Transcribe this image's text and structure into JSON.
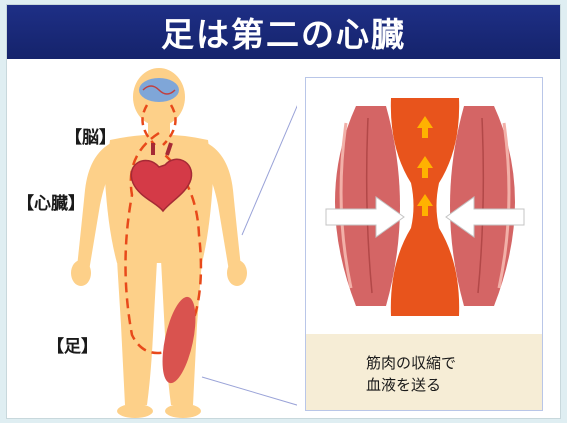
{
  "title": "足は第二の心臓",
  "labels": {
    "brain": "【脳】",
    "heart": "【心臓】",
    "foot": "【足】"
  },
  "caption": {
    "line1": "筋肉の収縮で",
    "line2": "血液を送る"
  },
  "colors": {
    "title_bg": "#1e2f86",
    "body_skin": "#fdd089",
    "muscle": "#d9534f",
    "vessel": "#e8491a",
    "caption_bg": "#f6edd6"
  }
}
